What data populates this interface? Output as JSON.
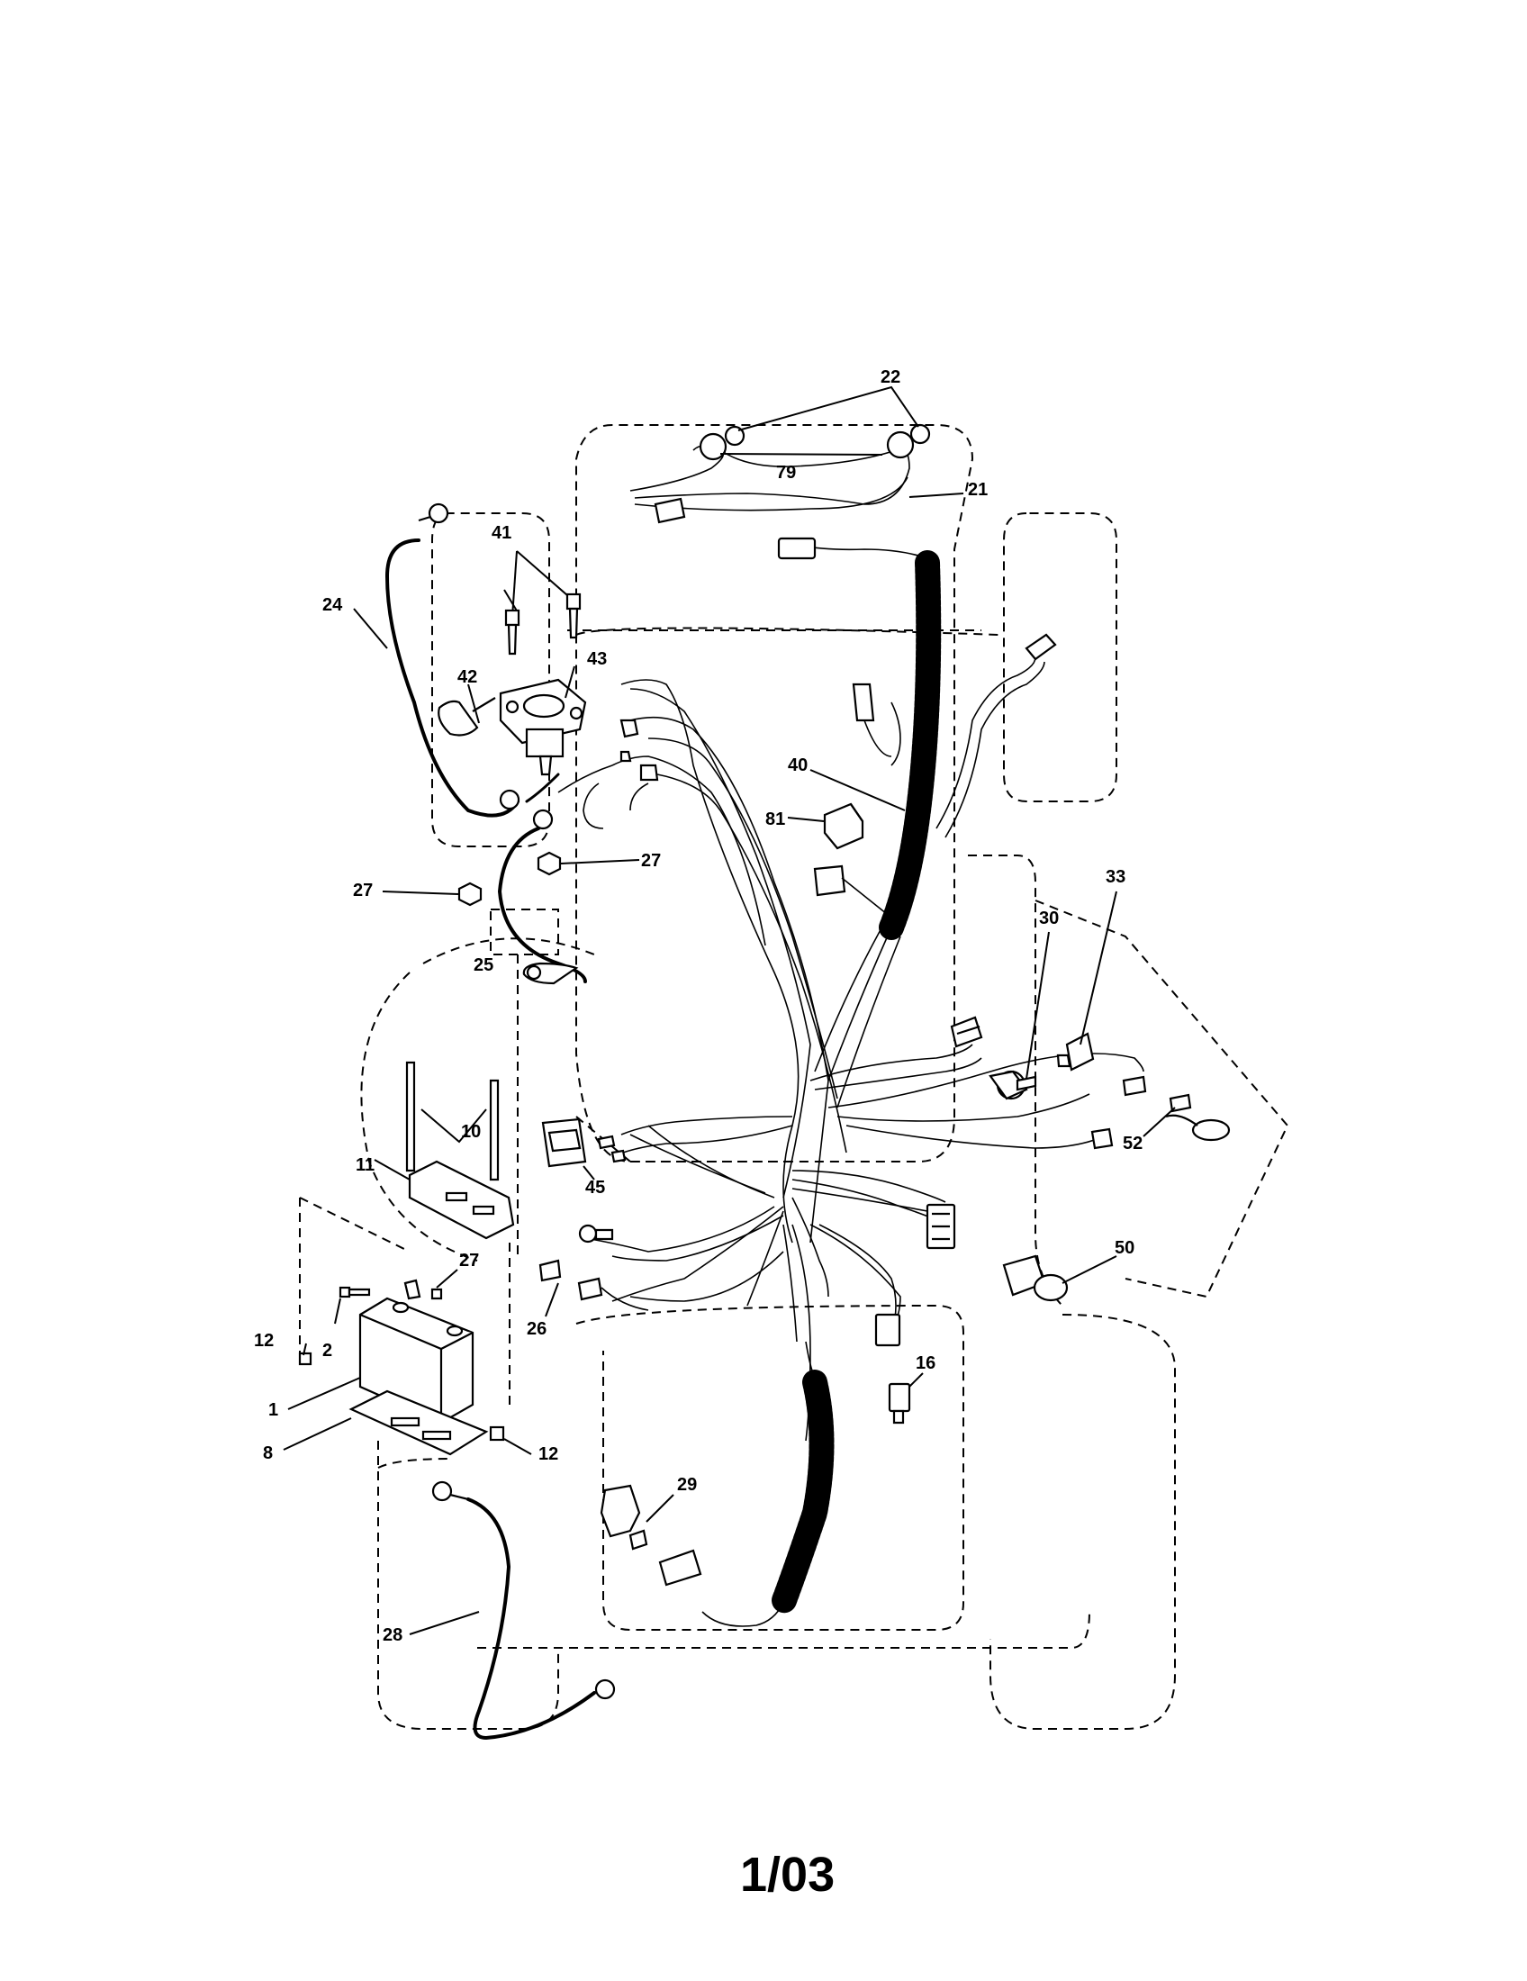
{
  "diagram": {
    "callouts": {
      "c22": "22",
      "c79": "79",
      "c21": "21",
      "c41": "41",
      "c24": "24",
      "c42": "42",
      "c43": "43",
      "c40": "40",
      "c81": "81",
      "c27a": "27",
      "c27b": "27",
      "c33": "33",
      "c30": "30",
      "c25": "25",
      "c10": "10",
      "c11": "11",
      "c45": "45",
      "c52": "52",
      "c27c": "27",
      "c50": "50",
      "c12a": "12",
      "c2": "2",
      "c26": "26",
      "c16": "16",
      "c1": "1",
      "c8": "8",
      "c12b": "12",
      "c29": "29",
      "c28": "28"
    },
    "footer_code": "1/03"
  }
}
